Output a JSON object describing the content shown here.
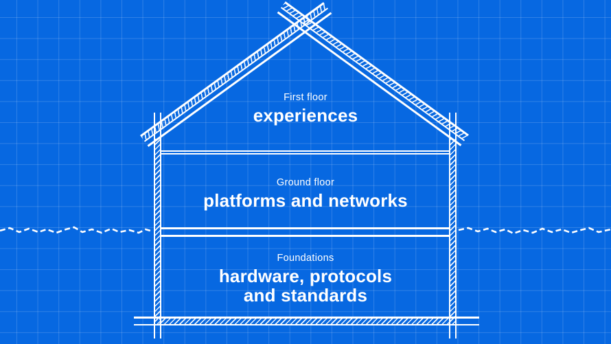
{
  "colors": {
    "background": "#0768E1",
    "line": "#FFFFFF",
    "grid": "rgba(255,255,255,0.17)"
  },
  "floors": [
    {
      "label": "First floor",
      "title": "experiences"
    },
    {
      "label": "Ground floor",
      "title": "platforms and networks"
    },
    {
      "label": "Foundations",
      "title": "hardware, protocols and standards"
    }
  ]
}
